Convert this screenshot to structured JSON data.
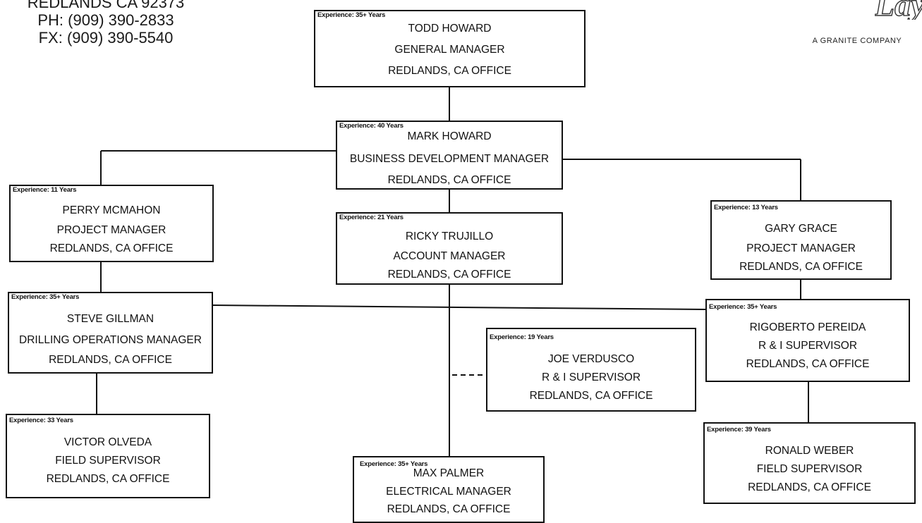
{
  "header": {
    "address_line": "REDLANDS CA 92373",
    "phone": "PH: (909) 390-2833",
    "fax": "FX: (909) 390-5540"
  },
  "logo": {
    "tagline": "A GRANITE COMPANY"
  },
  "people": {
    "todd": {
      "experience": "Experience: 35+ Years",
      "name": "TODD HOWARD",
      "title": "GENERAL MANAGER",
      "office": "REDLANDS, CA OFFICE"
    },
    "mark": {
      "experience": "Experience: 40 Years",
      "name": "MARK HOWARD",
      "title": "BUSINESS DEVELOPMENT MANAGER",
      "office": "REDLANDS, CA OFFICE"
    },
    "perry": {
      "experience": "Experience: 11 Years",
      "name": "PERRY MCMAHON",
      "title": "PROJECT MANAGER",
      "office": "REDLANDS, CA OFFICE"
    },
    "ricky": {
      "experience": "Experience: 21 Years",
      "name": "RICKY TRUJILLO",
      "title": "ACCOUNT MANAGER",
      "office": "REDLANDS, CA OFFICE"
    },
    "gary": {
      "experience": "Experience: 13 Years",
      "name": "GARY GRACE",
      "title": "PROJECT MANAGER",
      "office": "REDLANDS, CA OFFICE"
    },
    "steve": {
      "experience": "Experience: 35+ Years",
      "name": "STEVE GILLMAN",
      "title": "DRILLING OPERATIONS MANAGER",
      "office": "REDLANDS, CA OFFICE"
    },
    "rigoberto": {
      "experience": "Experience: 35+ Years",
      "name": "RIGOBERTO PEREIDA",
      "title": "R & I SUPERVISOR",
      "office": "REDLANDS, CA OFFICE"
    },
    "joe": {
      "experience": "Experience: 19 Years",
      "name": "JOE VERDUSCO",
      "title": "R & I SUPERVISOR",
      "office": "REDLANDS, CA OFFICE"
    },
    "victor": {
      "experience": "Experience: 33 Years",
      "name": "VICTOR OLVEDA",
      "title": "FIELD SUPERVISOR",
      "office": "REDLANDS, CA OFFICE"
    },
    "max": {
      "experience": "Experience: 35+ Years",
      "name": "MAX PALMER",
      "title": "ELECTRICAL MANAGER",
      "office": "REDLANDS, CA OFFICE"
    },
    "ronald": {
      "experience": "Experience: 39 Years",
      "name": "RONALD WEBER",
      "title": "FIELD SUPERVISOR",
      "office": "REDLANDS, CA OFFICE"
    }
  }
}
